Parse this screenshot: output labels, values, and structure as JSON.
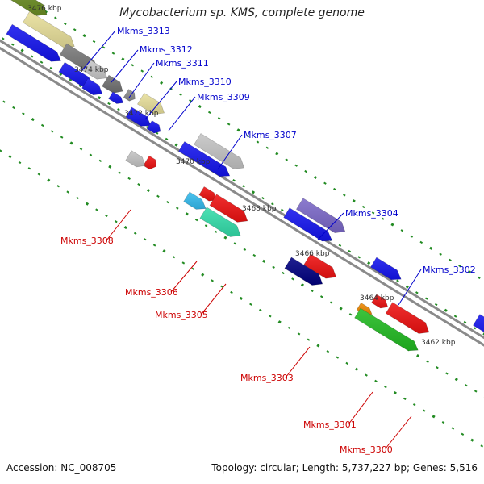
{
  "title": "Mycobacterium sp. KMS, complete genome",
  "footer": {
    "accession_label": "Accession:",
    "accession": "NC_008705",
    "topology_label": "Topology:",
    "topology": "circular",
    "length_label": "Length:",
    "length": "5,737,227 bp",
    "genes_label": "Genes:",
    "genes": "5,516"
  },
  "colors": {
    "forward_label": "#0000cc",
    "reverse_label": "#cc0000",
    "backbone": "#777777",
    "tick": "#228b22",
    "tick_label": "#333333"
  },
  "kbp_ticks": [
    "3476 kbp",
    "3474 kbp",
    "3472 kbp",
    "3470 kbp",
    "3468 kbp",
    "3466 kbp",
    "3464 kbp",
    "3462 kbp"
  ],
  "genes": [
    {
      "id": "Mkms_3313",
      "strand": "forward",
      "color": "#0000ee"
    },
    {
      "id": "Mkms_3312",
      "strand": "forward",
      "color": "#0000ee"
    },
    {
      "id": "Mkms_3311",
      "strand": "forward",
      "color": "#0000ee"
    },
    {
      "id": "Mkms_3310",
      "strand": "forward",
      "color": "#0000ee"
    },
    {
      "id": "Mkms_3309",
      "strand": "forward",
      "color": "#0000ee"
    },
    {
      "id": "Mkms_3307",
      "strand": "forward",
      "color": "#0000ee"
    },
    {
      "id": "Mkms_3304",
      "strand": "forward",
      "color": "#0000ee"
    },
    {
      "id": "Mkms_3302",
      "strand": "forward",
      "color": "#0000ee"
    },
    {
      "id": "Mkms_3308",
      "strand": "reverse",
      "color": "#ee0000"
    },
    {
      "id": "Mkms_3306",
      "strand": "reverse",
      "color": "#ee0000"
    },
    {
      "id": "Mkms_3305",
      "strand": "reverse",
      "color": "#ee0000"
    },
    {
      "id": "Mkms_3303",
      "strand": "reverse",
      "color": "#ee0000"
    },
    {
      "id": "Mkms_3301",
      "strand": "reverse",
      "color": "#ee0000"
    },
    {
      "id": "Mkms_3300",
      "strand": "reverse",
      "color": "#ee0000"
    }
  ]
}
